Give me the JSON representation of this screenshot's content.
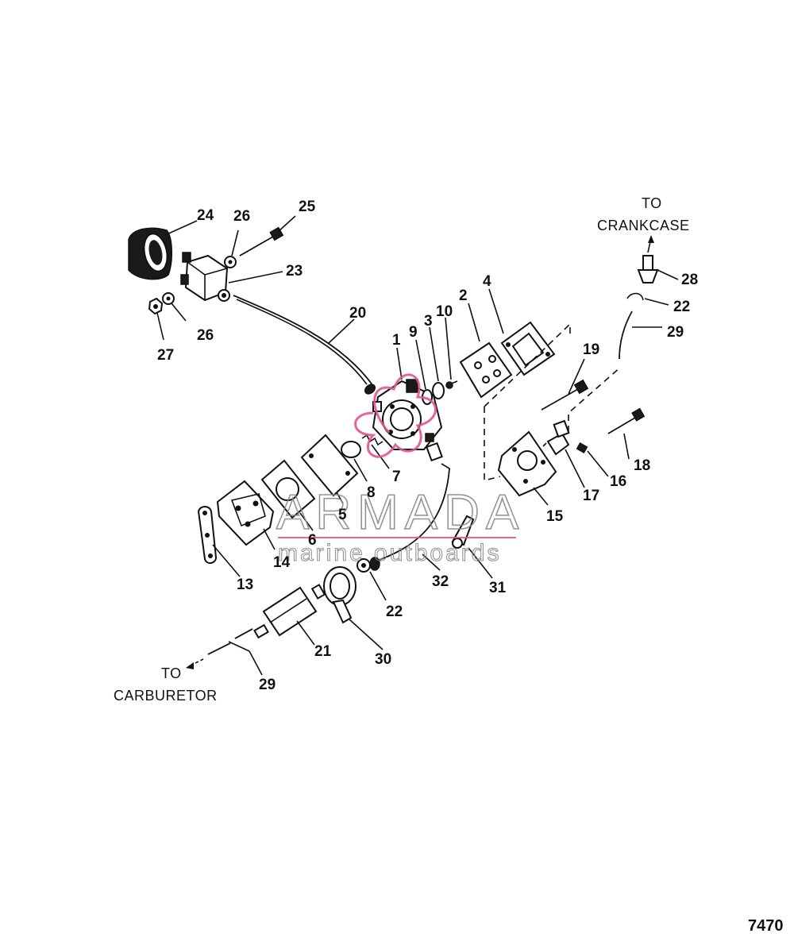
{
  "figure_id": "7470",
  "captions": {
    "crankcase_top": "TO",
    "crankcase_bottom": "CRANKCASE",
    "carburetor_top": "TO",
    "carburetor_bottom": "CARBURETOR"
  },
  "watermark": {
    "brand": "ARMADA",
    "tagline": "marine outboards",
    "color": "#e0558f"
  },
  "callouts": [
    {
      "id": "c1",
      "label": "1"
    },
    {
      "id": "c2",
      "label": "2"
    },
    {
      "id": "c3",
      "label": "3"
    },
    {
      "id": "c4",
      "label": "4"
    },
    {
      "id": "c5",
      "label": "5"
    },
    {
      "id": "c6",
      "label": "6"
    },
    {
      "id": "c7",
      "label": "7"
    },
    {
      "id": "c8",
      "label": "8"
    },
    {
      "id": "c9",
      "label": "9"
    },
    {
      "id": "c10",
      "label": "10"
    },
    {
      "id": "c13",
      "label": "13"
    },
    {
      "id": "c14",
      "label": "14"
    },
    {
      "id": "c15",
      "label": "15"
    },
    {
      "id": "c16",
      "label": "16"
    },
    {
      "id": "c17",
      "label": "17"
    },
    {
      "id": "c18",
      "label": "18"
    },
    {
      "id": "c19",
      "label": "19"
    },
    {
      "id": "c20",
      "label": "20"
    },
    {
      "id": "c21",
      "label": "21"
    },
    {
      "id": "c22a",
      "label": "22"
    },
    {
      "id": "c22b",
      "label": "22"
    },
    {
      "id": "c23",
      "label": "23"
    },
    {
      "id": "c24",
      "label": "24"
    },
    {
      "id": "c25",
      "label": "25"
    },
    {
      "id": "c26a",
      "label": "26"
    },
    {
      "id": "c26b",
      "label": "26"
    },
    {
      "id": "c27",
      "label": "27"
    },
    {
      "id": "c28",
      "label": "28"
    },
    {
      "id": "c29a",
      "label": "29"
    },
    {
      "id": "c29b",
      "label": "29"
    },
    {
      "id": "c30",
      "label": "30"
    },
    {
      "id": "c31",
      "label": "31"
    },
    {
      "id": "c32",
      "label": "32"
    }
  ]
}
